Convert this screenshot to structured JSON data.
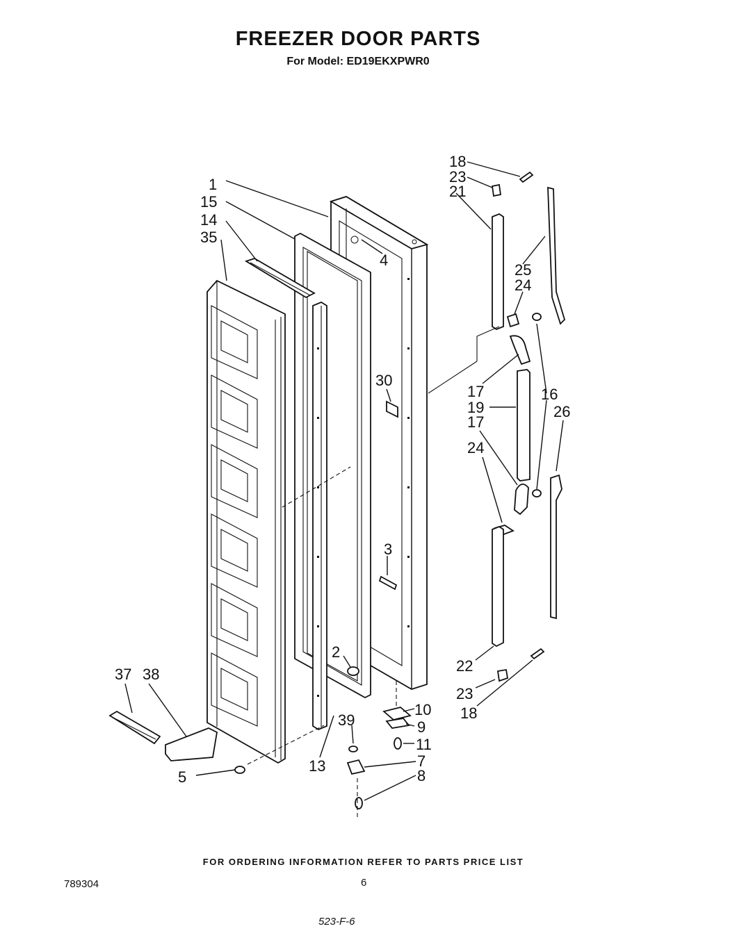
{
  "header": {
    "title": "FREEZER DOOR PARTS",
    "subtitle": "For Model: ED19EKXPWR0"
  },
  "callouts": [
    {
      "id": "c1",
      "label": "1"
    },
    {
      "id": "c15",
      "label": "15"
    },
    {
      "id": "c14",
      "label": "14"
    },
    {
      "id": "c35",
      "label": "35"
    },
    {
      "id": "c4",
      "label": "4"
    },
    {
      "id": "c30",
      "label": "30"
    },
    {
      "id": "c3",
      "label": "3"
    },
    {
      "id": "c2",
      "label": "2"
    },
    {
      "id": "c37",
      "label": "37"
    },
    {
      "id": "c38",
      "label": "38"
    },
    {
      "id": "c5",
      "label": "5"
    },
    {
      "id": "c13",
      "label": "13"
    },
    {
      "id": "c39",
      "label": "39"
    },
    {
      "id": "c10",
      "label": "10"
    },
    {
      "id": "c9",
      "label": "9"
    },
    {
      "id": "c11",
      "label": "11"
    },
    {
      "id": "c7",
      "label": "7"
    },
    {
      "id": "c8",
      "label": "8"
    },
    {
      "id": "c18a",
      "label": "18"
    },
    {
      "id": "c23a",
      "label": "23"
    },
    {
      "id": "c21",
      "label": "21"
    },
    {
      "id": "c25",
      "label": "25"
    },
    {
      "id": "c24a",
      "label": "24"
    },
    {
      "id": "c17a",
      "label": "17"
    },
    {
      "id": "c19",
      "label": "19"
    },
    {
      "id": "c17b",
      "label": "17"
    },
    {
      "id": "c16",
      "label": "16"
    },
    {
      "id": "c26",
      "label": "26"
    },
    {
      "id": "c24b",
      "label": "24"
    },
    {
      "id": "c22",
      "label": "22"
    },
    {
      "id": "c23b",
      "label": "23"
    },
    {
      "id": "c18b",
      "label": "18"
    }
  ],
  "footer": {
    "note": "FOR ORDERING INFORMATION REFER TO PARTS PRICE LIST",
    "doc_number": "789304",
    "page_number": "6",
    "scribble": "523-F-6"
  }
}
